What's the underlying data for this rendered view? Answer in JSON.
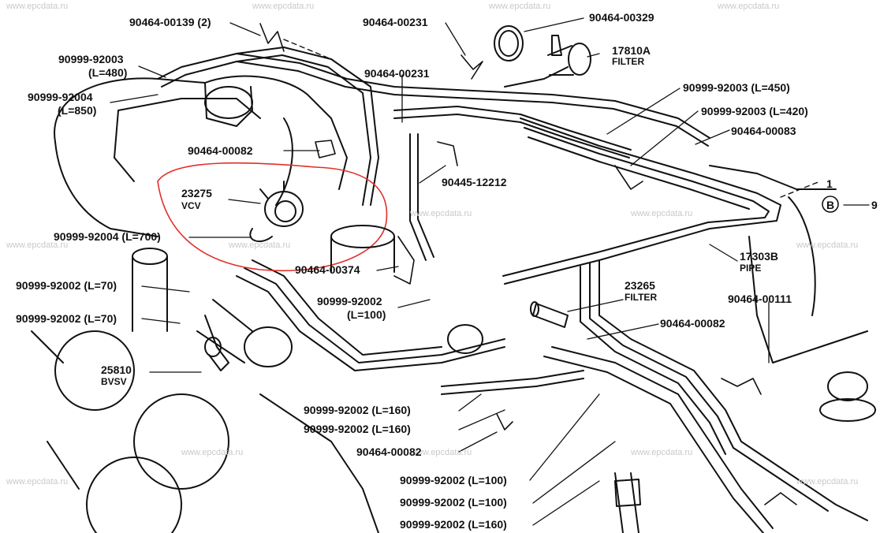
{
  "watermark": "www.epcdata.ru",
  "colors": {
    "ink": "#111111",
    "highlight": "#e0302a",
    "watermark": "#c9c9c9"
  },
  "callouts": {
    "p1": "90464-00139 (2)",
    "p2": "90464-00231",
    "p3": "90464-00329",
    "p4": "90999-92003",
    "p4b": "(L=480)",
    "p5": "17810A",
    "p5b": "FILTER",
    "p6": "90464-00231",
    "p7": "90999-92004",
    "p7b": "(L=850)",
    "p8": "90999-92003 (L=450)",
    "p9": "90999-92003 (L=420)",
    "p10": "90464-00082",
    "p11": "90464-00083",
    "p12": "23275",
    "p12b": "VCV",
    "p13": "90445-12212",
    "p14": "B",
    "p14b": "9",
    "p15": "90999-92004 (L=700)",
    "p16": "17303B",
    "p16b": "PIPE",
    "p17": "90464-00374",
    "p18": "90999-92002 (L=70)",
    "p19": "23265",
    "p19b": "FILTER",
    "p20": "90999-92002",
    "p20b": "(L=100)",
    "p21": "90464-00111",
    "p22": "90999-92002 (L=70)",
    "p23": "90464-00082",
    "p24": "25810",
    "p24b": "BVSV",
    "p25": "90999-92002 (L=160)",
    "p26": "90999-92002 (L=160)",
    "p27": "90464-00082",
    "p28": "90999-92002 (L=100)",
    "p29": "90999-92002 (L=100)",
    "p30": "90999-92002 (L=160)",
    "n1": "1"
  }
}
